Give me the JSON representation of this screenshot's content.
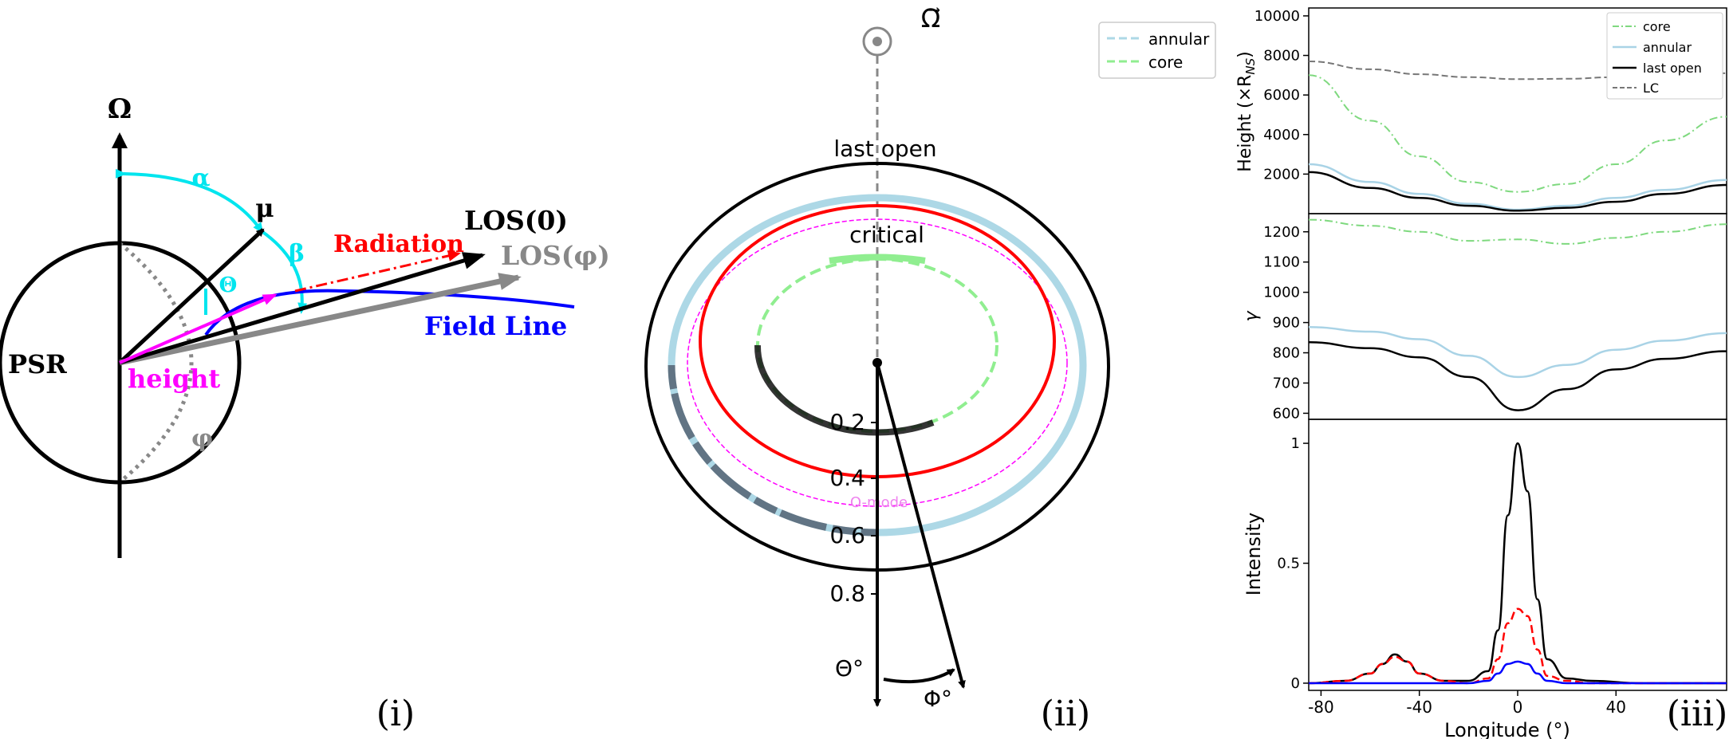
{
  "panel_i": {
    "label": "(i)",
    "omega_label": "Ω",
    "alpha_label": "α",
    "mu_label": "μ",
    "beta_label": "β",
    "theta_label": "Θ",
    "radiation_label": "Radiation",
    "los0_label": "LOS(0)",
    "losphi_label": "LOS(φ)",
    "fieldline_label": "Field Line",
    "psr_label": "PSR",
    "height_label": "height",
    "phi_label": "φ"
  },
  "panel_ii": {
    "label": "(ii)",
    "omega_vec_label": "Ω⃗",
    "last_open_label": "last open",
    "critical_label": "critical",
    "omode_label": "O-mode",
    "radial_ticks": [
      "0.2",
      "0.4",
      "0.6",
      "0.8"
    ],
    "theta_axis_label": "Θ°",
    "phi_axis_label": "Φ°",
    "legend": [
      {
        "label": "annular",
        "color": "#add8e6"
      },
      {
        "label": "core",
        "color": "#90ee90"
      }
    ]
  },
  "panel_iii": {
    "label": "(iii)",
    "colors": {
      "core": "#7fd97f",
      "annular": "#a9d3e6",
      "last_open": "#000000",
      "lc": "#777777",
      "red": "#ff0000",
      "blue": "#0000ff"
    },
    "chart_data": [
      {
        "type": "line",
        "ylabel": "Height (×R_NS)",
        "ylabel_main": "Height (×R",
        "ylabel_sub": "NS",
        "ylabel_end": ")",
        "yticks": [
          "2000",
          "4000",
          "6000",
          "8000",
          "10000"
        ],
        "ylim": [
          0,
          10400
        ],
        "xlim": [
          -85,
          85
        ],
        "legend": [
          "core",
          "annular",
          "last open",
          "LC"
        ],
        "x": [
          -85,
          -60,
          -40,
          -20,
          0,
          20,
          40,
          60,
          85
        ],
        "series": [
          {
            "name": "core",
            "values": [
              7000,
              4700,
              2900,
              1600,
              1100,
              1500,
              2500,
              3700,
              4900
            ]
          },
          {
            "name": "annular",
            "values": [
              2500,
              1600,
              1000,
              500,
              200,
              400,
              800,
              1200,
              1700
            ]
          },
          {
            "name": "last open",
            "values": [
              2100,
              1300,
              800,
              400,
              150,
              300,
              600,
              1000,
              1450
            ]
          },
          {
            "name": "LC",
            "values": [
              7700,
              7300,
              7050,
              6900,
              6800,
              6820,
              6900,
              7000,
              7100
            ]
          }
        ]
      },
      {
        "type": "line",
        "ylabel": "γ",
        "yticks": [
          "600",
          "700",
          "800",
          "900",
          "1000",
          "1100",
          "1200"
        ],
        "ylim": [
          580,
          1260
        ],
        "xlim": [
          -85,
          85
        ],
        "x": [
          -85,
          -60,
          -40,
          -20,
          0,
          20,
          40,
          60,
          85
        ],
        "series": [
          {
            "name": "core",
            "values": [
              1240,
              1220,
              1200,
              1170,
              1175,
              1160,
              1180,
              1200,
              1225
            ]
          },
          {
            "name": "annular",
            "values": [
              885,
              870,
              845,
              790,
              720,
              760,
              810,
              840,
              865
            ]
          },
          {
            "name": "last open",
            "values": [
              835,
              815,
              785,
              720,
              610,
              680,
              745,
              780,
              805
            ]
          }
        ]
      },
      {
        "type": "line",
        "ylabel": "Intensity",
        "xlabel": "Longitude (°)",
        "xticks": [
          "-80",
          "-40",
          "0",
          "40"
        ],
        "yticks": [
          "0",
          "0.5",
          "1"
        ],
        "ylim": [
          -0.03,
          1.1
        ],
        "xlim": [
          -85,
          85
        ],
        "x": [
          -85,
          -70,
          -60,
          -55,
          -50,
          -45,
          -40,
          -30,
          -20,
          -12,
          -8,
          -4,
          0,
          4,
          8,
          12,
          20,
          30,
          50,
          70,
          85
        ],
        "series": [
          {
            "values": [
              0,
              0.01,
              0.04,
              0.08,
              0.12,
              0.09,
              0.04,
              0.01,
              0.01,
              0.05,
              0.22,
              0.7,
              1.0,
              0.8,
              0.35,
              0.1,
              0.02,
              0.01,
              0,
              0,
              0
            ]
          },
          {
            "values": [
              0,
              0.01,
              0.04,
              0.08,
              0.11,
              0.09,
              0.04,
              0.01,
              0.0,
              0.02,
              0.1,
              0.25,
              0.31,
              0.28,
              0.14,
              0.03,
              0.01,
              0,
              0,
              0,
              0
            ]
          },
          {
            "values": [
              0,
              0,
              0,
              0,
              0,
              0,
              0,
              0,
              0,
              0.01,
              0.04,
              0.08,
              0.09,
              0.08,
              0.04,
              0.01,
              0,
              0,
              0,
              0,
              0
            ]
          }
        ]
      }
    ]
  }
}
